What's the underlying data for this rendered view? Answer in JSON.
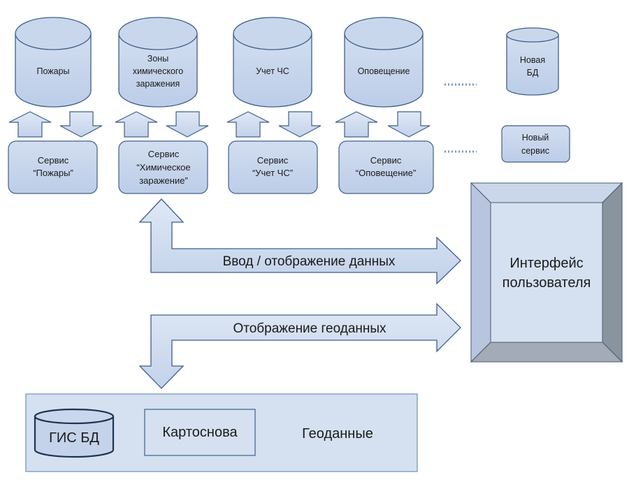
{
  "databases": [
    {
      "lines": [
        "Пожары"
      ]
    },
    {
      "lines": [
        "Зоны",
        "химического",
        "заражения"
      ]
    },
    {
      "lines": [
        "Учет ЧС"
      ]
    },
    {
      "lines": [
        "Оповещение"
      ]
    },
    {
      "lines": [
        "Новая",
        "БД"
      ]
    }
  ],
  "services": [
    {
      "lines": [
        "Сервис",
        "“Пожары”"
      ]
    },
    {
      "lines": [
        "Сервис",
        "“Химическое",
        "заражение”"
      ]
    },
    {
      "lines": [
        "Сервис",
        "“Учет ЧС”"
      ]
    },
    {
      "lines": [
        "Сервис",
        "“Оповещение”"
      ]
    },
    {
      "lines": [
        "Новый",
        "сервис"
      ]
    }
  ],
  "arrows": {
    "data_io": "Ввод / отображение данных",
    "geo_display": "Отображение геоданных"
  },
  "ui": {
    "lines": [
      "Интерфейс",
      "пользователя"
    ]
  },
  "geo": {
    "gis_db": "ГИС БД",
    "basemap": "Картоснова",
    "label": "Геоданные"
  },
  "colors": {
    "fill": "#c9d7ec",
    "fill_light": "#d5e1f1",
    "stroke": "#3f5f8c",
    "ui_outer": "#b7c5de",
    "ui_right": "#8a949f",
    "ui_bottom": "#a3abb6"
  }
}
